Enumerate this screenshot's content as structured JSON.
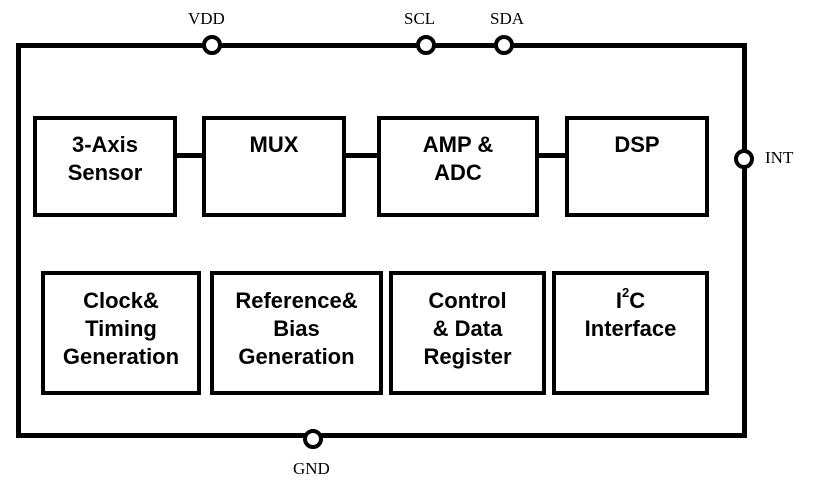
{
  "pins": {
    "vdd": "VDD",
    "scl": "SCL",
    "sda": "SDA",
    "int": "INT",
    "gnd": "GND"
  },
  "blocks": {
    "sensor": "3-Axis\nSensor",
    "mux": "MUX",
    "amp_adc": "AMP &\nADC",
    "dsp": "DSP",
    "clock": "Clock&\nTiming\nGeneration",
    "reference": "Reference&\nBias\nGeneration",
    "control": "Control\n& Data\nRegister",
    "i2c_prefix": "I",
    "i2c_sup": "2",
    "i2c_suffix": "C\nInterface"
  }
}
